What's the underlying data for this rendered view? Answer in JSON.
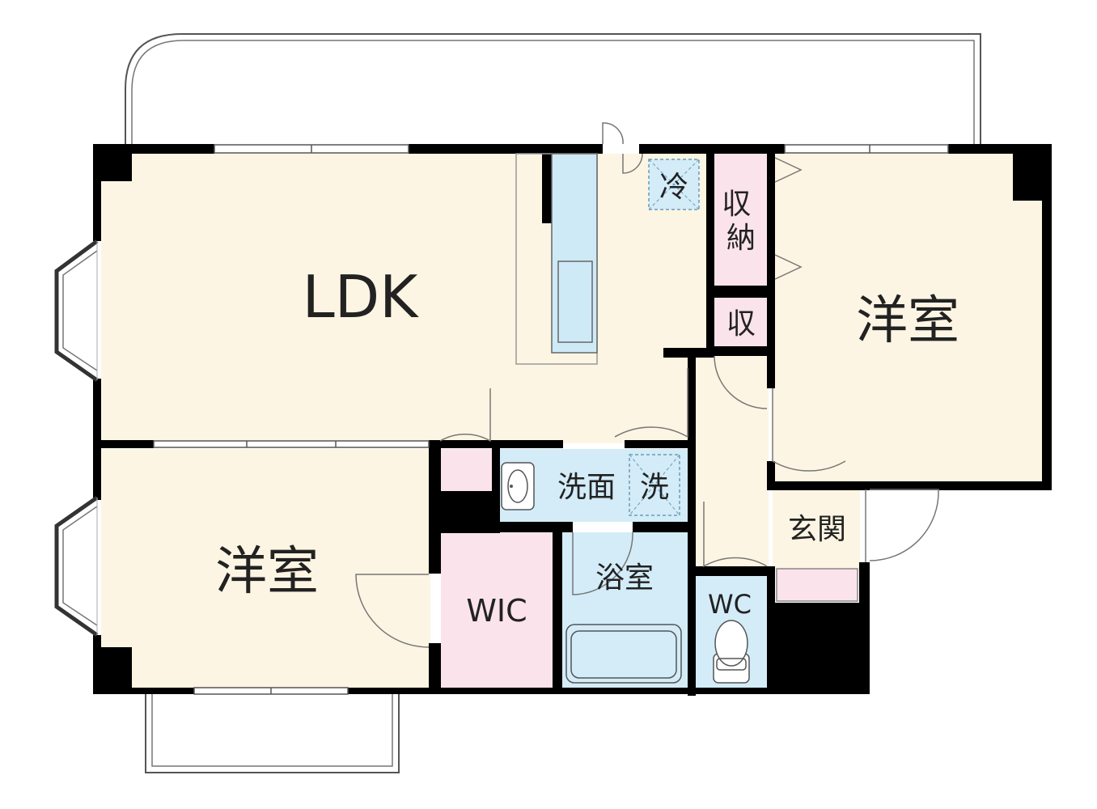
{
  "floorplan": {
    "rooms": {
      "ldk": {
        "label": "LDK"
      },
      "western_room_right": {
        "label": "洋室"
      },
      "western_room_left": {
        "label": "洋室"
      },
      "storage": {
        "label": "収納"
      },
      "closet_small": {
        "label": "収"
      },
      "refrigerator": {
        "label": "冷"
      },
      "washroom": {
        "label": "洗面"
      },
      "washer": {
        "label": "洗"
      },
      "bathroom": {
        "label": "浴室"
      },
      "walk_in_closet": {
        "label": "WIC"
      },
      "toilet": {
        "label": "WC"
      },
      "entrance": {
        "label": "玄関"
      }
    },
    "colors": {
      "living_floor": "#fdf5e3",
      "storage_floor": "#fbe3ec",
      "wet_area_floor": "#d3ecf8",
      "wall": "#000000"
    }
  }
}
